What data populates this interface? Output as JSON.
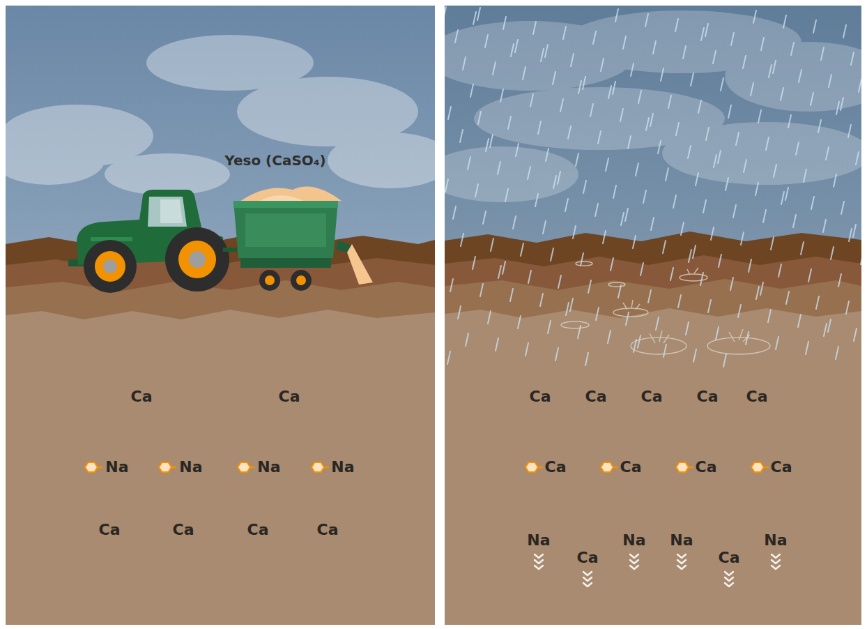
{
  "diagram": {
    "labels": [
      "Yeso (CaSO₄)",
      "Ca",
      "Ca",
      "Na",
      "Na",
      "Na",
      "Na",
      "Ca",
      "Ca",
      "Ca",
      "Ca",
      "Ca",
      "Ca",
      "Ca",
      "Ca",
      "Ca",
      "Ca",
      "Ca",
      "Ca",
      "Ca",
      "Na",
      "Ca",
      "Na",
      "Na",
      "Ca",
      "Na"
    ]
  }
}
